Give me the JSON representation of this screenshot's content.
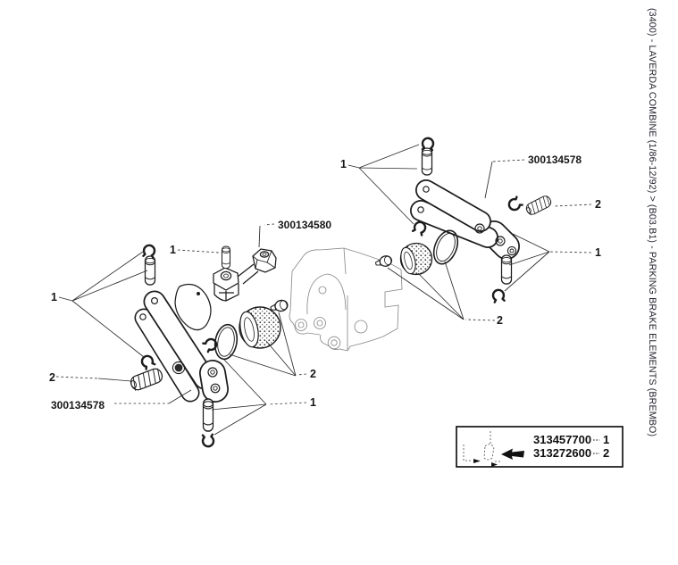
{
  "page": {
    "background": "#ffffff",
    "ink": "#1d1d1d",
    "faint_ink": "#8a8a8a"
  },
  "sidebar": {
    "text": "(3400) - LAVERDA COMBINE (1/86-12/92) > (B03.B1) - PARKING BRAKE ELEMENTS (BREMBO)"
  },
  "diagram": {
    "part_labels": {
      "top_right": "300134578",
      "center_rod": "300134580",
      "bottom_left": "300134578"
    },
    "refs": {
      "r1": "1",
      "r2": "2"
    }
  },
  "legend": {
    "rows": [
      {
        "part_number": "313457700",
        "ref": "1"
      },
      {
        "part_number": "313272600",
        "ref": "2"
      }
    ]
  }
}
